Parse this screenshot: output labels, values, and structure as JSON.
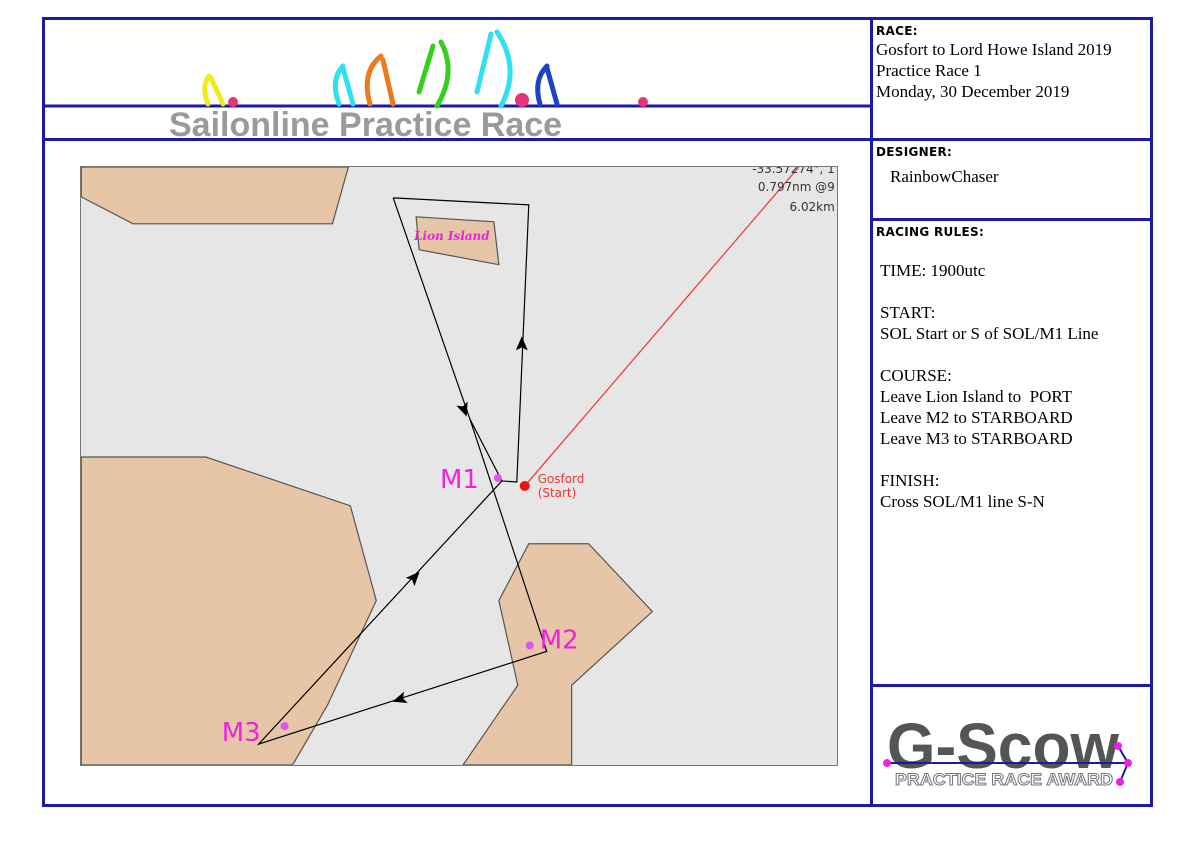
{
  "banner": {
    "title": "Sailonline Practice Race",
    "colors": {
      "line": "#1a1aa6",
      "dot": "#e8357a",
      "title": "#9a9a9a"
    },
    "sail_colors": [
      "#f2ea1a",
      "#2fe0f0",
      "#f07a1a",
      "#33d11a",
      "#2fe0f0",
      "#1a44c8"
    ]
  },
  "race": {
    "label": "RACE:",
    "name": "Gosfort to Lord Howe Island 2019",
    "subtitle": "Practice Race 1",
    "date": "Monday, 30 December 2019"
  },
  "designer": {
    "label": "DESIGNER:",
    "name": "RainbowChaser"
  },
  "rules": {
    "label": "RACING RULES:",
    "time": "TIME: 1900utc",
    "start_heading": "START:",
    "start_text": "SOL Start or S of SOL/M1 Line",
    "course_heading": "COURSE:",
    "course_lines": [
      "Leave Lion Island to  PORT",
      "Leave M2 to STARBOARD",
      "Leave M3 to STARBOARD"
    ],
    "finish_heading": "FINISH:",
    "finish_text": "Cross SOL/M1 line S-N"
  },
  "map": {
    "colors": {
      "water": "#e6e6e6",
      "land": "#e6c6a6",
      "mark_label": "#ee22dd",
      "start": "#ee3333",
      "route": "#000000"
    },
    "readout": [
      "-33.57274°, 1",
      "0.797nm @9",
      "6.02km"
    ],
    "island_label": "Lion Island",
    "start_label_1": "Gosford",
    "start_label_2": "(Start)",
    "marks": [
      "M1",
      "M2",
      "M3"
    ]
  },
  "award": {
    "title": "G-Scow",
    "subtitle": "PRACTICE RACE AWARD",
    "colors": {
      "title": "#555555",
      "accent": "#ee22dd",
      "line": "#1a1aa6"
    }
  }
}
